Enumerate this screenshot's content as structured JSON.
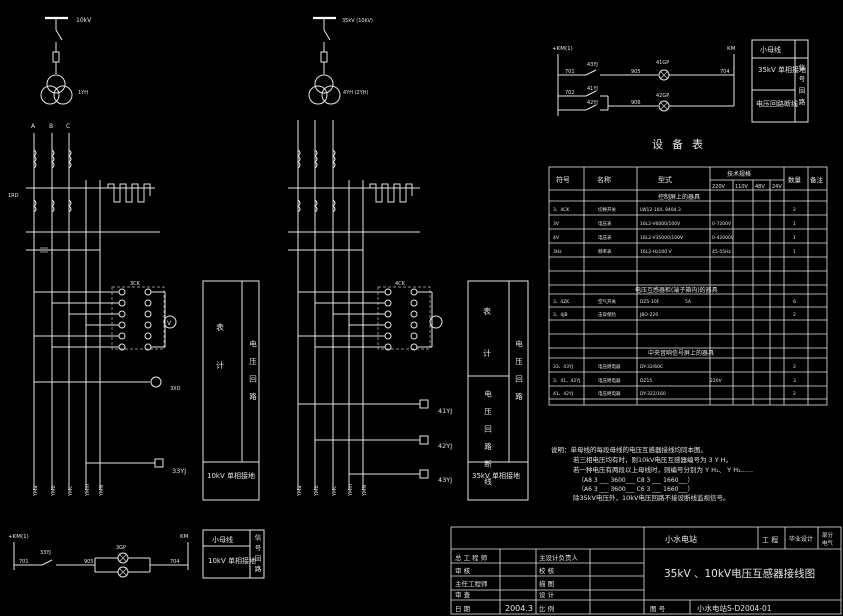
{
  "left_diagram": {
    "bus_label": "10kV",
    "transformer_label": "1YH",
    "phases": [
      "A",
      "B",
      "C"
    ],
    "panel_table_label": "表",
    "panel_meter_label": "计",
    "panel_circuit_label": "电压回路",
    "panel_bus_label": "10kV 单相接地",
    "relay_label": "33YJ",
    "voltmeter_symbol": "V",
    "switch_label": "3CK",
    "lamp_tag": "3XD",
    "fuse_label": "1RD",
    "bottom_wires": [
      "YMa",
      "YMb",
      "YMc",
      "YMm",
      "YMN"
    ]
  },
  "right_diagram": {
    "bus_label": "35kV (10kV)",
    "transformer_label": "4YH (2YH)",
    "panel_table_label": "表",
    "panel_meter_label": "计",
    "panel_circuit_label": "电压回路",
    "panel_break_label": "电压回路断线",
    "panel_bus_label": "35kV 单相接地",
    "relays": [
      "41YJ",
      "42YJ",
      "43YJ"
    ],
    "switch_label": "4CK",
    "bottom_wires": [
      "YMa",
      "YMb",
      "YMc",
      "YMm",
      "YMN"
    ]
  },
  "top_right_circuit": {
    "left_terminal": "+KM(1)",
    "right_terminal": "KM",
    "wire_701": "701",
    "wire_702": "702",
    "wire_704": "704",
    "wire_905": "905",
    "wire_906": "906",
    "contacts": [
      "43YJ",
      "41YJ",
      "42YJ"
    ],
    "lamps": [
      "41GP",
      "42GP"
    ],
    "side_box": {
      "title": "小母线",
      "r1": "35kV 单相接地",
      "r2": "电压回路断线",
      "side": "信号回路"
    }
  },
  "bottom_left_circuit": {
    "left_terminal": "+KM(1)",
    "right_terminal": "KM",
    "wire_701": "701",
    "wire_905": "905",
    "wire_704": "704",
    "contact": "33YJ",
    "lamp": "3GP",
    "side_box": {
      "title": "小母线",
      "r1": "10kV 单相接地",
      "side": "信号回路"
    }
  },
  "equipment_table": {
    "title": "设备表",
    "headers": [
      "符号",
      "名称",
      "型式",
      "技术规格",
      "数量",
      "备注"
    ],
    "subheaders": [
      "220V",
      "110V",
      "48V",
      "24V"
    ],
    "section1": "控制屏上的器具",
    "section2": "电压互感器柜(端子箱内)的器具",
    "section3": "中央音响信号屏上的器具",
    "rows1": [
      {
        "sym": "3、4CK",
        "name": "切换开关",
        "type": "LW12-16/L 8404.3",
        "spec": "",
        "qty": "2"
      },
      {
        "sym": "3V",
        "name": "电压表",
        "type": "16L2-V6000/100V",
        "spec": "0-7200V",
        "qty": "1"
      },
      {
        "sym": "4V",
        "name": "电压表",
        "type": "16L2-V35000/100V",
        "spec": "0-42000V",
        "qty": "1"
      },
      {
        "sym": "3Hz",
        "name": "频率表",
        "type": "16L2-Hz100 V",
        "spec": "45-55Hz",
        "qty": "1"
      }
    ],
    "rows2": [
      {
        "sym": "3、4ZK",
        "name": "空气开关",
        "type": "DZ5-10F",
        "spec": "5A",
        "qty": "6"
      },
      {
        "sym": "3、4JB",
        "name": "击穿保险",
        "type": "JBO-220",
        "spec": "",
        "qty": "2"
      }
    ],
    "rows3": [
      {
        "sym": "33、43YJ",
        "name": "电压继电器",
        "type": "DY-32/60C",
        "spec": "",
        "qty": "2"
      },
      {
        "sym": "3、41、42YJ",
        "name": "电压继电器",
        "type": "DZ15",
        "spec": "220V",
        "qty": "3"
      },
      {
        "sym": "41、42YJ",
        "name": "电压继电器",
        "type": "DY-322/160",
        "spec": "",
        "qty": "2"
      }
    ]
  },
  "notes": {
    "line1": "说明：单母线的每段母线的电压互感器接线均同本图。",
    "line2": "若三相电压均有时，则10kV电压互感器编号为 3 Y H。",
    "line3": "若一种电压有两段以上母线时，则编号分别为 Y H₁、 Y H₂......",
    "line4": "（A8 3 ___ 3600___ C8 3 ___ 1660___）",
    "line5": "（A6 3 ___ 3600___ C6 3 ___ 1660___）",
    "line6": "除35kV电压外，10kV电压回路不接设断线监视信号。"
  },
  "title_block": {
    "company": "小水电站",
    "stage_label": "工 程",
    "stage_value": "毕业设计",
    "part_label": "部分",
    "part_value": "电气",
    "drawing_title": "35kV 、10kV电压互感器接线图",
    "label_chief": "总 工 程 师",
    "label_review": "审 核",
    "label_project_mgr": "主任工程师",
    "label_check": "校 核",
    "label_designer": "主设计负责人",
    "label_design": "设 计",
    "label_drawn": "描 图",
    "label_date": "日 期",
    "date_value": "2004.3",
    "label_scale": "比 例",
    "label_number": "图 号",
    "number_value": "小水电站S-D2004-01",
    "label_check2": "审 查"
  }
}
